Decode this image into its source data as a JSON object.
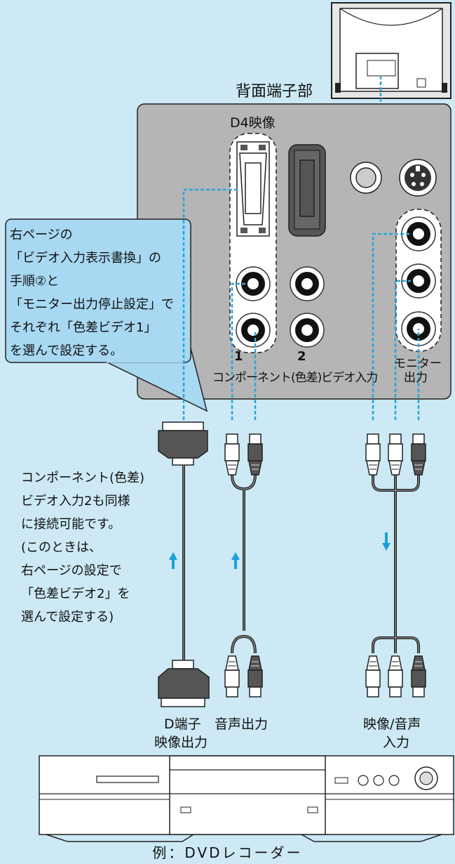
{
  "labels": {
    "rear_terminal": "背面端子部",
    "d4_video": "D4映像",
    "input_num_1": "1",
    "input_num_2": "2",
    "component_input": "コンポーネント(色差)ビデオ入力",
    "monitor_out_line1": "モニター",
    "monitor_out_line2": "出力",
    "d_terminal_line1": "D端子",
    "d_terminal_line2": "映像出力",
    "audio_out": "音声出力",
    "video_audio_in_line1": "映像/音声",
    "video_audio_in_line2": "入力",
    "caption": "例：DVDレコーダー"
  },
  "callout": {
    "lines": [
      "右ページの",
      "「ビデオ入力表示書換」の",
      "手順②と",
      "「モニター出力停止設定」で",
      "それぞれ「色差ビデオ1」",
      "を選んで設定する。"
    ]
  },
  "note": {
    "lines": [
      "コンポーネント(色差)",
      "ビデオ入力2も同様",
      "に接続可能です。",
      "(このときは、",
      "右ページの設定で",
      "「色差ビデオ2」を",
      "選んで設定する)"
    ]
  },
  "colors": {
    "background": "#cce9f5",
    "panel": "#b5b5b5",
    "callout": "#a8d8f2",
    "connection_line": "#2aa6dc",
    "arrow": "#1aa0dc"
  }
}
